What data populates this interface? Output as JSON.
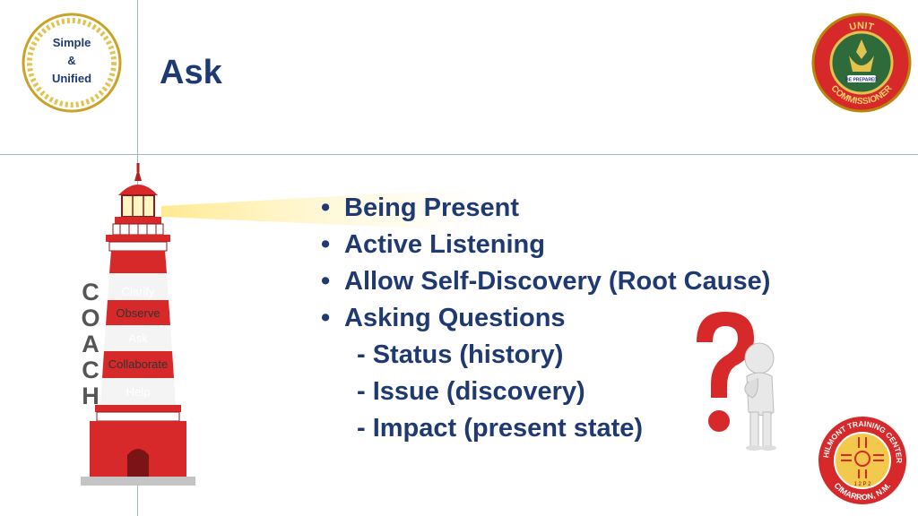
{
  "slide": {
    "title": "Ask"
  },
  "logos": {
    "left": {
      "line1": "Simple",
      "line2": "&",
      "line3": "Unified"
    },
    "right": {
      "top_text": "UNIT",
      "bottom_text": "COMMISSIONER",
      "ribbon": "BE PREPARED"
    },
    "philmont": {
      "ring_text": "PHILMONT TRAINING CENTER",
      "bottom_text": "CIMARRON, N.M.",
      "date": "1 2 P 2"
    }
  },
  "lighthouse": {
    "acronym": [
      "C",
      "O",
      "A",
      "C",
      "H"
    ],
    "bands": [
      "Clarify",
      "Observe",
      "Ask",
      "Collaborate",
      "Help"
    ]
  },
  "bullets": [
    {
      "text": "Being Present",
      "sub": false
    },
    {
      "text": "Active Listening",
      "sub": false
    },
    {
      "text": "Allow Self-Discovery (Root Cause)",
      "sub": false
    },
    {
      "text": "Asking Questions",
      "sub": false
    },
    {
      "text": "- Status (history)",
      "sub": true
    },
    {
      "text": "- Issue (discovery)",
      "sub": true
    },
    {
      "text": "- Impact (present state)",
      "sub": true
    }
  ],
  "colors": {
    "title": "#1f3a73",
    "bullet_text": "#1f3a73",
    "lighthouse_red": "#d7282a",
    "divider": "#9fb6cc",
    "gold": "#d9b441"
  },
  "icons": {
    "bullet": "bullet-dot-icon",
    "question": "question-mark-figure-icon"
  }
}
